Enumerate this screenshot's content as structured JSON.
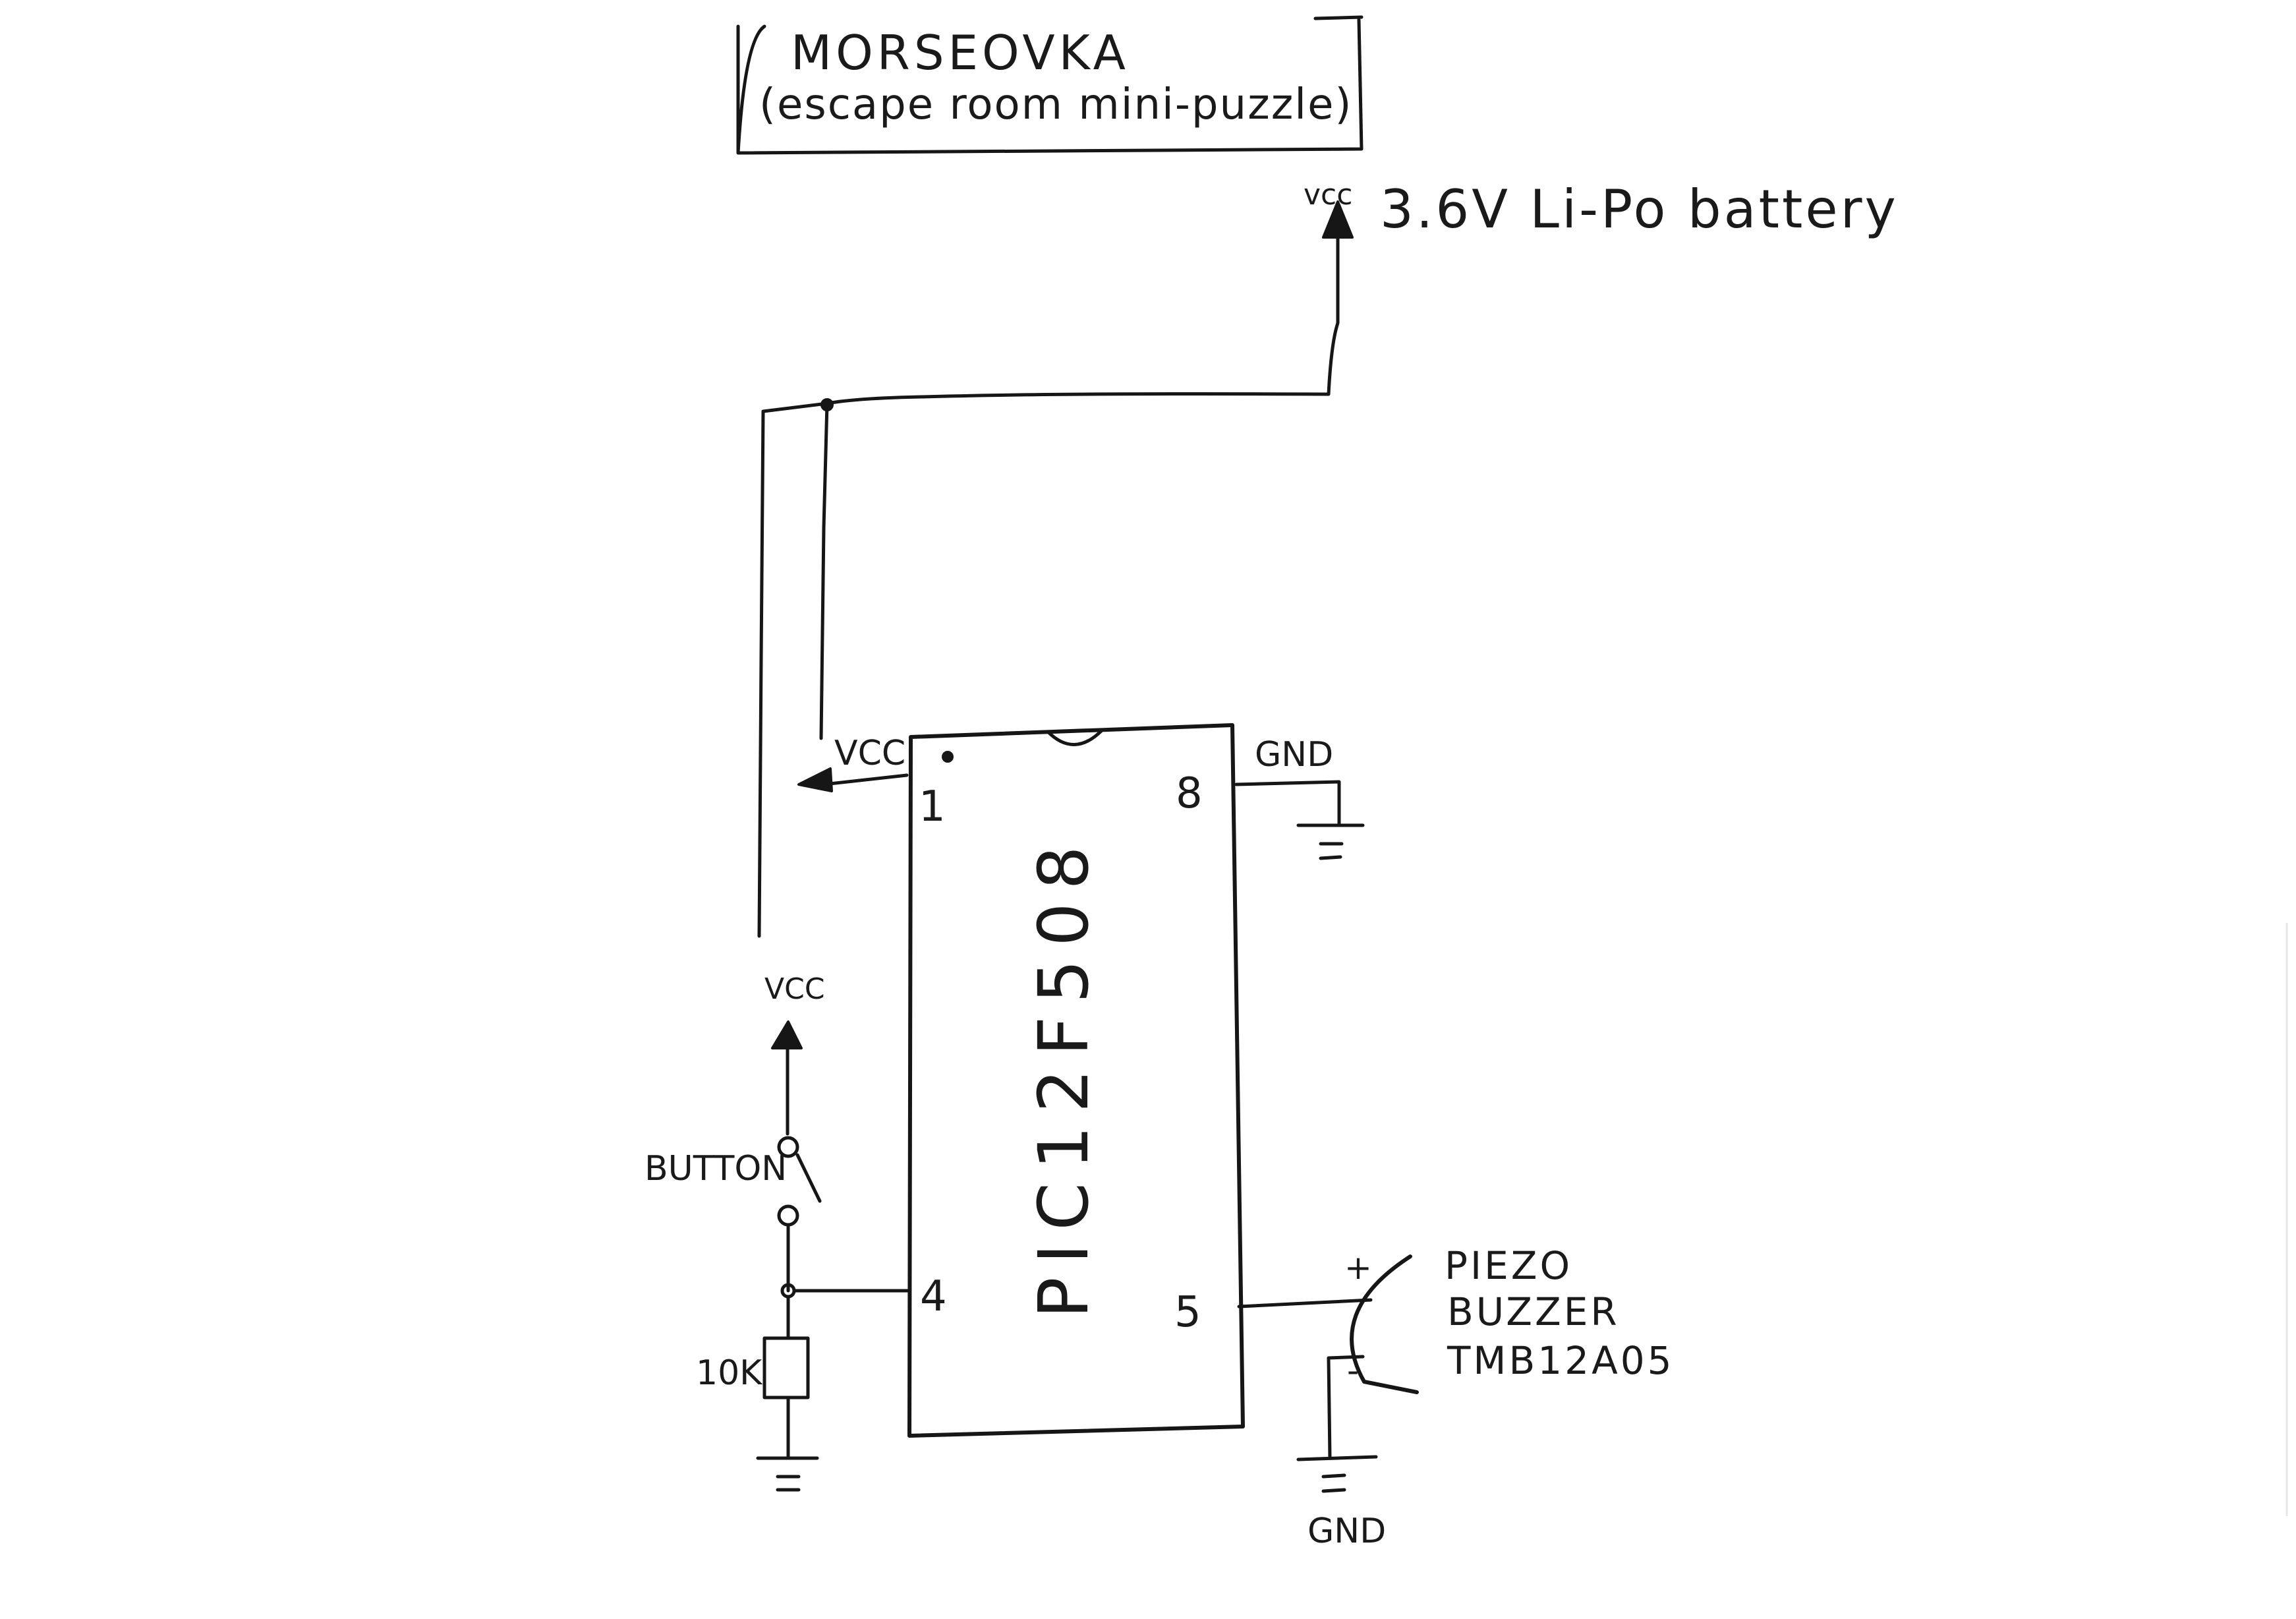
{
  "title": {
    "line1": "MORSEOVKA",
    "line2": "(escape room mini-puzzle)"
  },
  "battery": {
    "vcc_label": "vcc",
    "label": "3.6V Li-Po battery"
  },
  "chip": {
    "name": "PIC12F508",
    "pins": [
      {
        "number": "1",
        "net": "VCC"
      },
      {
        "number": "8",
        "net": "GND"
      },
      {
        "number": "4",
        "net": "BUTTON"
      },
      {
        "number": "5",
        "net": "PIEZO"
      }
    ]
  },
  "vcc_pin1_label": "VCC",
  "gnd_pin8_label": "GND",
  "button": {
    "vcc_label": "VCC",
    "label": "BUTTON"
  },
  "resistor": {
    "label": "10K"
  },
  "piezo": {
    "line1": "PIEZO",
    "line2": "BUZZER",
    "line3": "TMB12A05",
    "plus": "+",
    "minus": "-",
    "gnd_label": "GND"
  }
}
